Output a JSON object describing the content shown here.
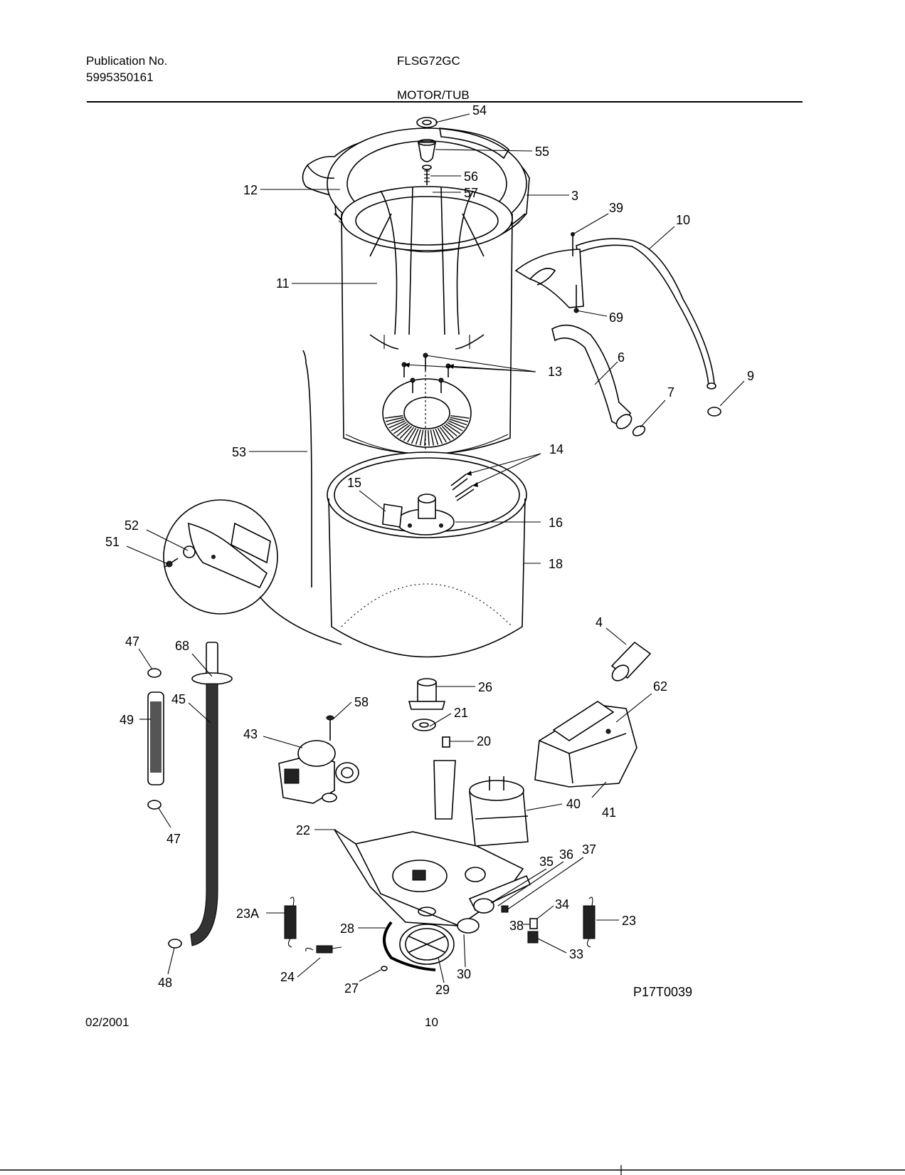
{
  "header": {
    "publication_label": "Publication No.",
    "publication_number": "5995350161",
    "model": "FLSG72GC",
    "section_title": "MOTOR/TUB"
  },
  "footer": {
    "date": "02/2001",
    "page_number": "10"
  },
  "figure_code": "P17T0039",
  "callouts": {
    "c54": "54",
    "c55": "55",
    "c56": "56",
    "c57": "57",
    "c3": "3",
    "c39": "39",
    "c10": "10",
    "c11": "11",
    "c69": "69",
    "c12": "12",
    "c13": "13",
    "c6": "6",
    "c9": "9",
    "c7": "7",
    "c14": "14",
    "c53": "53",
    "c15": "15",
    "c16": "16",
    "c52": "52",
    "c51": "51",
    "c18": "18",
    "c4": "4",
    "c47a": "47",
    "c68": "68",
    "c26": "26",
    "c62": "62",
    "c45": "45",
    "c58": "58",
    "c21": "21",
    "c49": "49",
    "c43": "43",
    "c20": "20",
    "c40": "40",
    "c41": "41",
    "c47b": "47",
    "c22": "22",
    "c35": "35",
    "c36": "36",
    "c37": "37",
    "c34": "34",
    "c23a": "23A",
    "c38": "38",
    "c23": "23",
    "c28": "28",
    "c33": "33",
    "c24": "24",
    "c30": "30",
    "c48": "48",
    "c27": "27",
    "c29": "29"
  }
}
